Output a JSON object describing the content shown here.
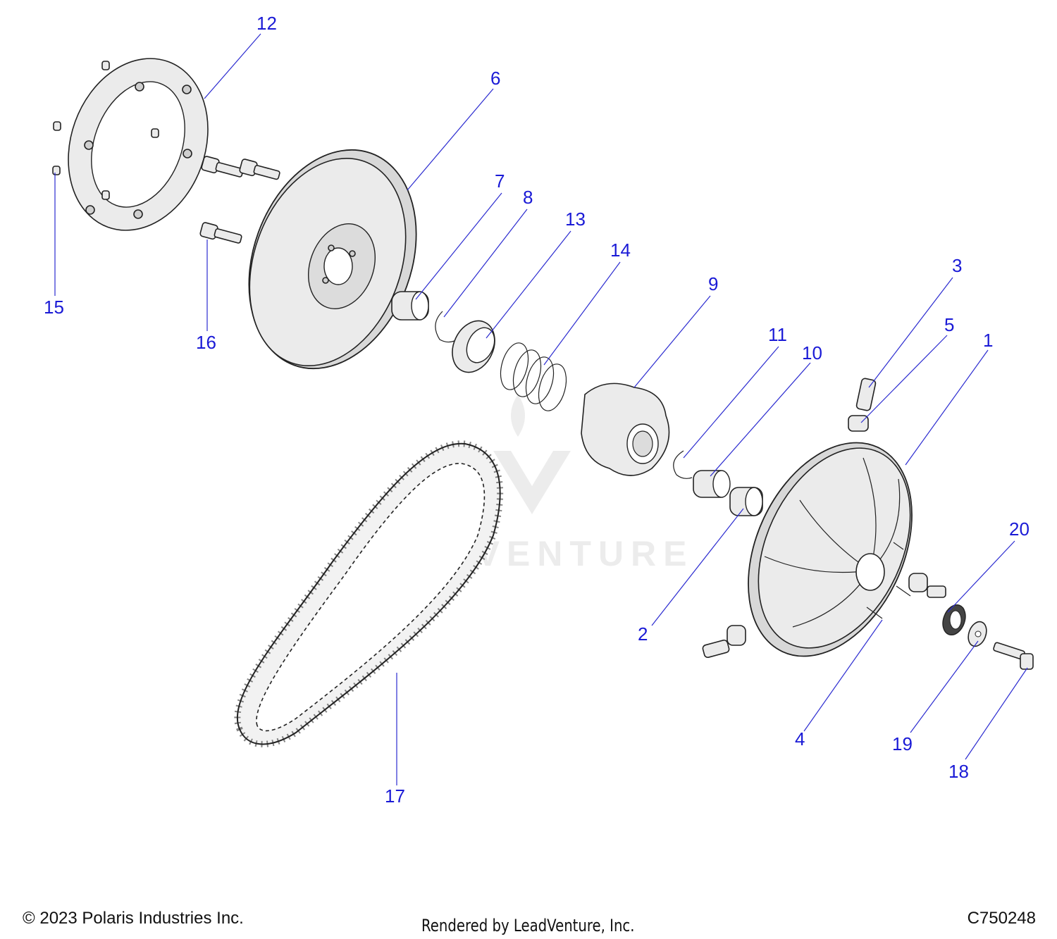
{
  "diagram": {
    "callouts": [
      {
        "id": "callout-1",
        "label": "1"
      },
      {
        "id": "callout-2",
        "label": "2"
      },
      {
        "id": "callout-3",
        "label": "3"
      },
      {
        "id": "callout-4",
        "label": "4"
      },
      {
        "id": "callout-5",
        "label": "5"
      },
      {
        "id": "callout-6",
        "label": "6"
      },
      {
        "id": "callout-7",
        "label": "7"
      },
      {
        "id": "callout-8",
        "label": "8"
      },
      {
        "id": "callout-9",
        "label": "9"
      },
      {
        "id": "callout-10",
        "label": "10"
      },
      {
        "id": "callout-11",
        "label": "11"
      },
      {
        "id": "callout-12",
        "label": "12"
      },
      {
        "id": "callout-13",
        "label": "13"
      },
      {
        "id": "callout-14",
        "label": "14"
      },
      {
        "id": "callout-15",
        "label": "15"
      },
      {
        "id": "callout-16",
        "label": "16"
      },
      {
        "id": "callout-17",
        "label": "17"
      },
      {
        "id": "callout-18",
        "label": "18"
      },
      {
        "id": "callout-19",
        "label": "19"
      },
      {
        "id": "callout-20",
        "label": "20"
      }
    ],
    "watermark": "LEADVENTURE",
    "callout_color": "#1a1ad6"
  },
  "footer": {
    "copyright": "© 2023 Polaris Industries Inc.",
    "rendered_by": "Rendered by LeadVenture, Inc.",
    "diagram_code": "C750248"
  }
}
